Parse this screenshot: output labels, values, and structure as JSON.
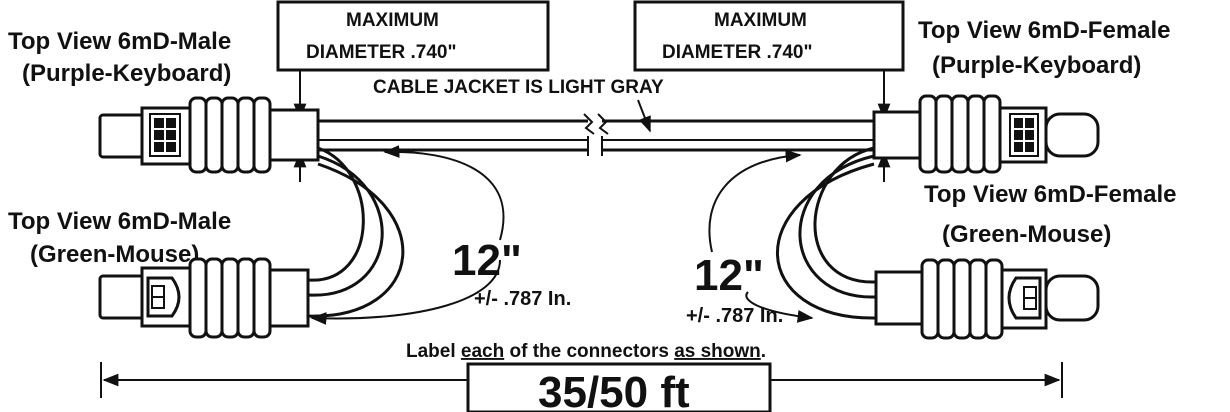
{
  "labels": {
    "left_top_title": "Top View 6mD-Male",
    "left_top_sub": "(Purple-Keyboard)",
    "left_bottom_title": "Top View 6mD-Male",
    "left_bottom_sub": "(Green-Mouse)",
    "right_top_title": "Top View 6mD-Female",
    "right_top_sub": "(Purple-Keyboard)",
    "right_bottom_title": "Top View 6mD-Female",
    "right_bottom_sub": "(Green-Mouse)"
  },
  "diameter_box": {
    "line1": "MAXIMUM",
    "line2": "DIAMETER  .740\""
  },
  "cable_note": "CABLE JACKET IS LIGHT GRAY",
  "breakout": {
    "length": "12\"",
    "tolerance": "+/- .787 In."
  },
  "instruction": {
    "part1": "Label ",
    "part2": "each",
    "part3": " of the connectors ",
    "part4": "as shown",
    "part5": "."
  },
  "total_length": "35/50 ft"
}
